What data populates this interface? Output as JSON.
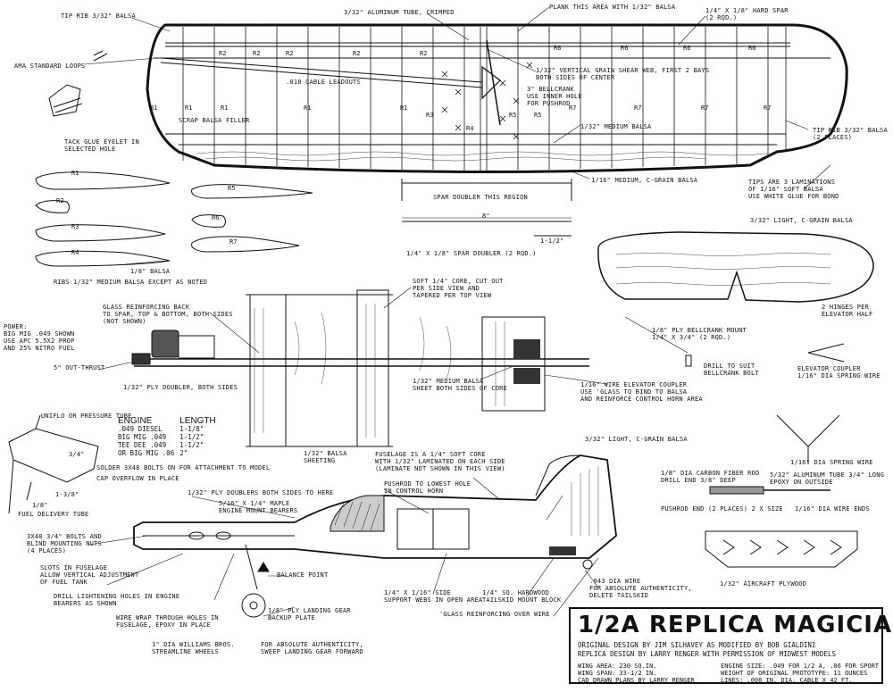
{
  "labels": {
    "tip_rib": "TIP RIB 3/32\" BALSA",
    "alu_tube": "3/32\" ALUMINUM TUBE, CRIMPED",
    "plank": "PLANK THIS AREA WITH 1/32\" BALSA",
    "hard_spar": "1/4\" X 1/8\" HARD SPAR\n(2 RQD.)",
    "ama_loops": "AMA STANDARD LOOPS",
    "shear_web": "1/32\" VERTICAL GRAIN SHEAR WEB, FIRST 2 BAYS\nBOTH SIDES OF CENTER",
    "bellcrank": "3\" BELLCRANK\nUSE INNER HOLE\nFOR PUSHROD",
    "leadouts": ".018 CABLE LEADOUTS",
    "scrap_filler": "SCRAP BALSA FILLER",
    "tack_glue": "TACK GLUE EYELET IN\nSELECTED HOLE",
    "medium_balsa": "1/32\" MEDIUM BALSA",
    "tip_rib2": "TIP RIB 3/32\" BALSA\n(2 PLACES)",
    "c_grain": "1/16\" MEDIUM, C-GRAIN BALSA",
    "tips_lam": "TIPS ARE 3 LAMINATIONS\nOF 1/16\" SOFT BALSA\nUSE WHITE GLUE FOR BOND",
    "spar_region": "SPAR DOUBLER THIS REGION",
    "dim_8": "8\"",
    "dim_1_5": "1-1/2\"",
    "spar_doubler": "1/4\" X 1/8\" SPAR DOUBLER (2 RQD.)",
    "light_c_grain": "3/32\" LIGHT, C-GRAIN BALSA",
    "eighth_balsa": "1/8\" BALSA",
    "ribs_note": "RIBS 1/32\" MEDIUM BALSA EXCEPT AS NOTED",
    "hinges": "2 HINGES PER\nELEVATOR HALF",
    "soft_core": "SOFT 1/4\" CORE, CUT OUT\nPER SIDE VIEW AND\nTAPERED PER TOP VIEW",
    "glass_back": "GLASS REINFORCING BACK\nTO SPAR, TOP & BOTTOM, BOTH SIDES\n(NOT SHOWN)",
    "power": "POWER:\nBIG MIG .049 SHOWN\nUSE APC 5.5X2 PROP\nAND 25% NITRO FUEL",
    "bc_mount": "1/8\" PLY BELLCRANK MOUNT\n1/4\" X 3/4\" (2 RQD.)",
    "out_thrust": "5\" OUT-THRUST",
    "drill_bolt": "DRILL TO SUIT\nBELLCRANK BOLT",
    "elev_coupler": "ELEVATOR COUPLER\n1/16\" DIA SPRING WIRE",
    "ply_doubler": "1/32\" PLY DOUBLER, BOTH SIDES",
    "med_sheet": "1/32\" MEDIUM BALSA\nSHEET BOTH SIDES OF CORE",
    "wire_coupler": "1/16\" WIRE ELEVATOR COUPLER\nUSE 'GLASS TO BIND TO BALSA\nAND REINFORCE CONTROL HORN AREA",
    "uniflo": "UNIFLO OR PRESSURE TUBE",
    "solder": "SOLDER 3X48 BOLTS ON FOR ATTACHMENT TO MODEL",
    "dim_34": "3/4\"",
    "cap": "CAP OVERFLOW IN PLACE",
    "dim_138": "1-3/8\"",
    "dim_18": "1/8\"",
    "fuel_tube": "FUEL DELIVERY TUBE",
    "balsa_sheet": "1/32\" BALSA\nSHEETING",
    "fuselage": "FUSELAGE IS A 1/4\" SOFT CORE\nWITH 1/32\" LAMINATED ON EACH SIDE\n(LAMINATE NOT SHOWN IN THIS VIEW)",
    "light_c2": "3/32\" LIGHT, C-GRAIN BALSA",
    "spring_wire": "1/16\" DIA SPRING WIRE",
    "carbon": "1/8\" DIA CARBON FIBER ROD\nDRILL END 3/8\" DEEP",
    "alu_tube2": "5/32\" ALUMINUM TUBE 3/4\" LONG\nEPOXY ON OUTSIDE",
    "pushrod_horn": "PUSHROD TO LOWEST HOLE\nIN CONTROL HORN",
    "ply_doublers": "1/32\" PLY DOUBLERS BOTH SIDES TO HERE",
    "maple": "5/16\" X 1/4\" MAPLE\nENGINE MOUNT BEARERS",
    "pushrod_end": "PUSHROD END (2 PLACES) 2 X SIZE",
    "wire_ends": "1/16\" DIA WIRE ENDS",
    "bolts": "3X48 3/4\" BOLTS AND\nBLIND MOUNTING NUTS\n(4 PLACES)",
    "slots": "SLOTS IN FUSELAGE\nALLOW VERTICAL ADJUSTMENT\nOF FUEL TANK",
    "balance": "BALANCE POINT",
    "drill_holes": "DRILL LIGHTENING HOLES IN ENGINE\nBEARERS AS SHOWN",
    "side_webs": "1/4\" X 1/16\" SIDE\nSUPPORT WEBS IN OPEN AREA",
    "hardwood": "1/4\" SQ. HARDWOOD\nTAILSKID MOUNT BLOCK",
    "dia_wire": ".043 DIA WIRE\nFOR ABSOLUTE AUTHENTICITY,\nDELETE TAILSKID",
    "aircraft_ply": "1/32\" AIRCRAFT PLYWOOD",
    "wire_wrap": "WIRE WRAP THROUGH HOLES IN\nFUSELAGE, EPOXY IN PLACE",
    "ply_lg": "1/8\" PLY LANDING GEAR\nBACKUP PLATE",
    "glass_wire": "'GLASS REINFORCING OVER WIRE",
    "wheels": "1\" DIA WILLIAMS BROS.\nSTREAMLINE WHEELS",
    "sweep": "FOR ABSOLUTE AUTHENTICITY,\nSWEEP LANDING GEAR FORWARD"
  },
  "ribs": {
    "r1": "R1",
    "r2": "R2",
    "r3": "R3",
    "r4": "R4",
    "r5": "R5",
    "r6": "R6",
    "r7": "R7"
  },
  "engine_table": {
    "h1": "ENGINE",
    "h2": "LENGTH",
    "rows": [
      [
        ".049 DIESEL",
        "1-1/8\""
      ],
      [
        "BIG MIG .049",
        "1-1/2\""
      ],
      [
        "TEE DEE .049",
        "1-1/2\""
      ],
      [
        "OR BIG MIG .06",
        "2\""
      ]
    ]
  },
  "title_block": {
    "title": "1/2A REPLICA MAGICIAN",
    "line1": "ORIGINAL DESIGN BY JIM SILHAVEY AS MODIFIED BY BOB GIALDINI",
    "line2": "REPLICA DESIGN BY LARRY RENGER WITH PERMISSION OF MIDWEST MODELS",
    "specs": [
      "WING AREA:     230 SQ.IN.",
      "WING SPAN:     33-1/2 IN.",
      "CAD DRAWN PLANS BY LARRY RENGER",
      "ENGINE SIZE: .049 FOR 1/2 A, .06 FOR SPORT",
      "WEIGHT OF ORIGINAL PROTOTYPE: 11 OUNCES",
      "LINES: .008 IN. DIA. CABLE X 42 FT."
    ]
  }
}
